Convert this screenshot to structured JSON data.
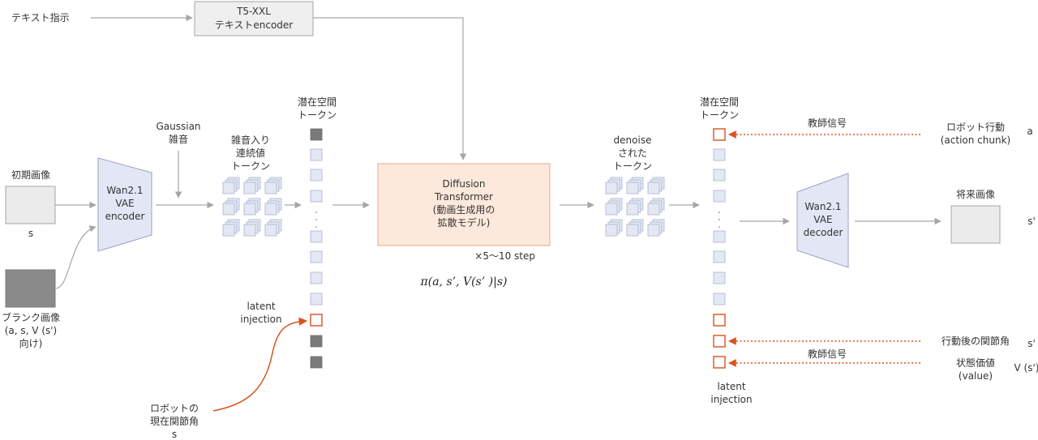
{
  "text_prompt": "テキスト指示",
  "t5": {
    "line1": "T5-XXL",
    "line2": "テキストencoder"
  },
  "initial_image": {
    "label": "初期画像",
    "symbol": "s"
  },
  "blank_image": {
    "line1": "ブランク画像",
    "line2": "(a, s, V (s')",
    "line3": "向け)"
  },
  "encoder": {
    "line1": "Wan2.1",
    "line2": "VAE",
    "line3": "encoder"
  },
  "gaussian": {
    "line1": "Gaussian",
    "line2": "雑音"
  },
  "noisy_tokens": {
    "line1": "雑音入り",
    "line2": "連続値",
    "line3": "トークン"
  },
  "latent_tokens_left": {
    "line1": "潜在空間",
    "line2": "トークン"
  },
  "dit": {
    "line1": "Diffusion",
    "line2": "Transformer",
    "line3": "(動画生成用の",
    "line4": "拡散モデル)"
  },
  "steps": "×5〜10 step",
  "policy_formula": "π(a, s’, V(s’ )|s)",
  "latent_injection_left": {
    "line1": "latent",
    "line2": "injection"
  },
  "robot_joint": {
    "line1": "ロボットの",
    "line2": "現在関節角",
    "line3": "s"
  },
  "denoised_tokens": {
    "line1": "denoise",
    "line2": "された",
    "line3": "トークン"
  },
  "latent_tokens_right": {
    "line1": "潜在空間",
    "line2": "トークン"
  },
  "teacher_top": "教師信号",
  "robot_action": {
    "line1": "ロボット行動",
    "line2": "(action chunk)",
    "symbol": "a"
  },
  "decoder": {
    "line1": "Wan2.1",
    "line2": "VAE",
    "line3": "decoder"
  },
  "future_image": {
    "label": "将来画像",
    "symbol": "s'"
  },
  "post_joint": {
    "label": "行動後の関節角",
    "symbol": "s'"
  },
  "teacher_bottom": "教師信号",
  "state_value": {
    "line1": "状態価値",
    "line2": "(value)",
    "symbol": "V (s')"
  },
  "latent_injection_right": {
    "line1": "latent",
    "line2": "injection"
  },
  "colors": {
    "accent": "#d9531e",
    "dit_fill": "#fde9dc",
    "vae_fill": "#e3e7f5",
    "token_fill": "#e4e8f4",
    "token_dark": "#7a7a7a",
    "arrow": "#a6a6a6"
  }
}
